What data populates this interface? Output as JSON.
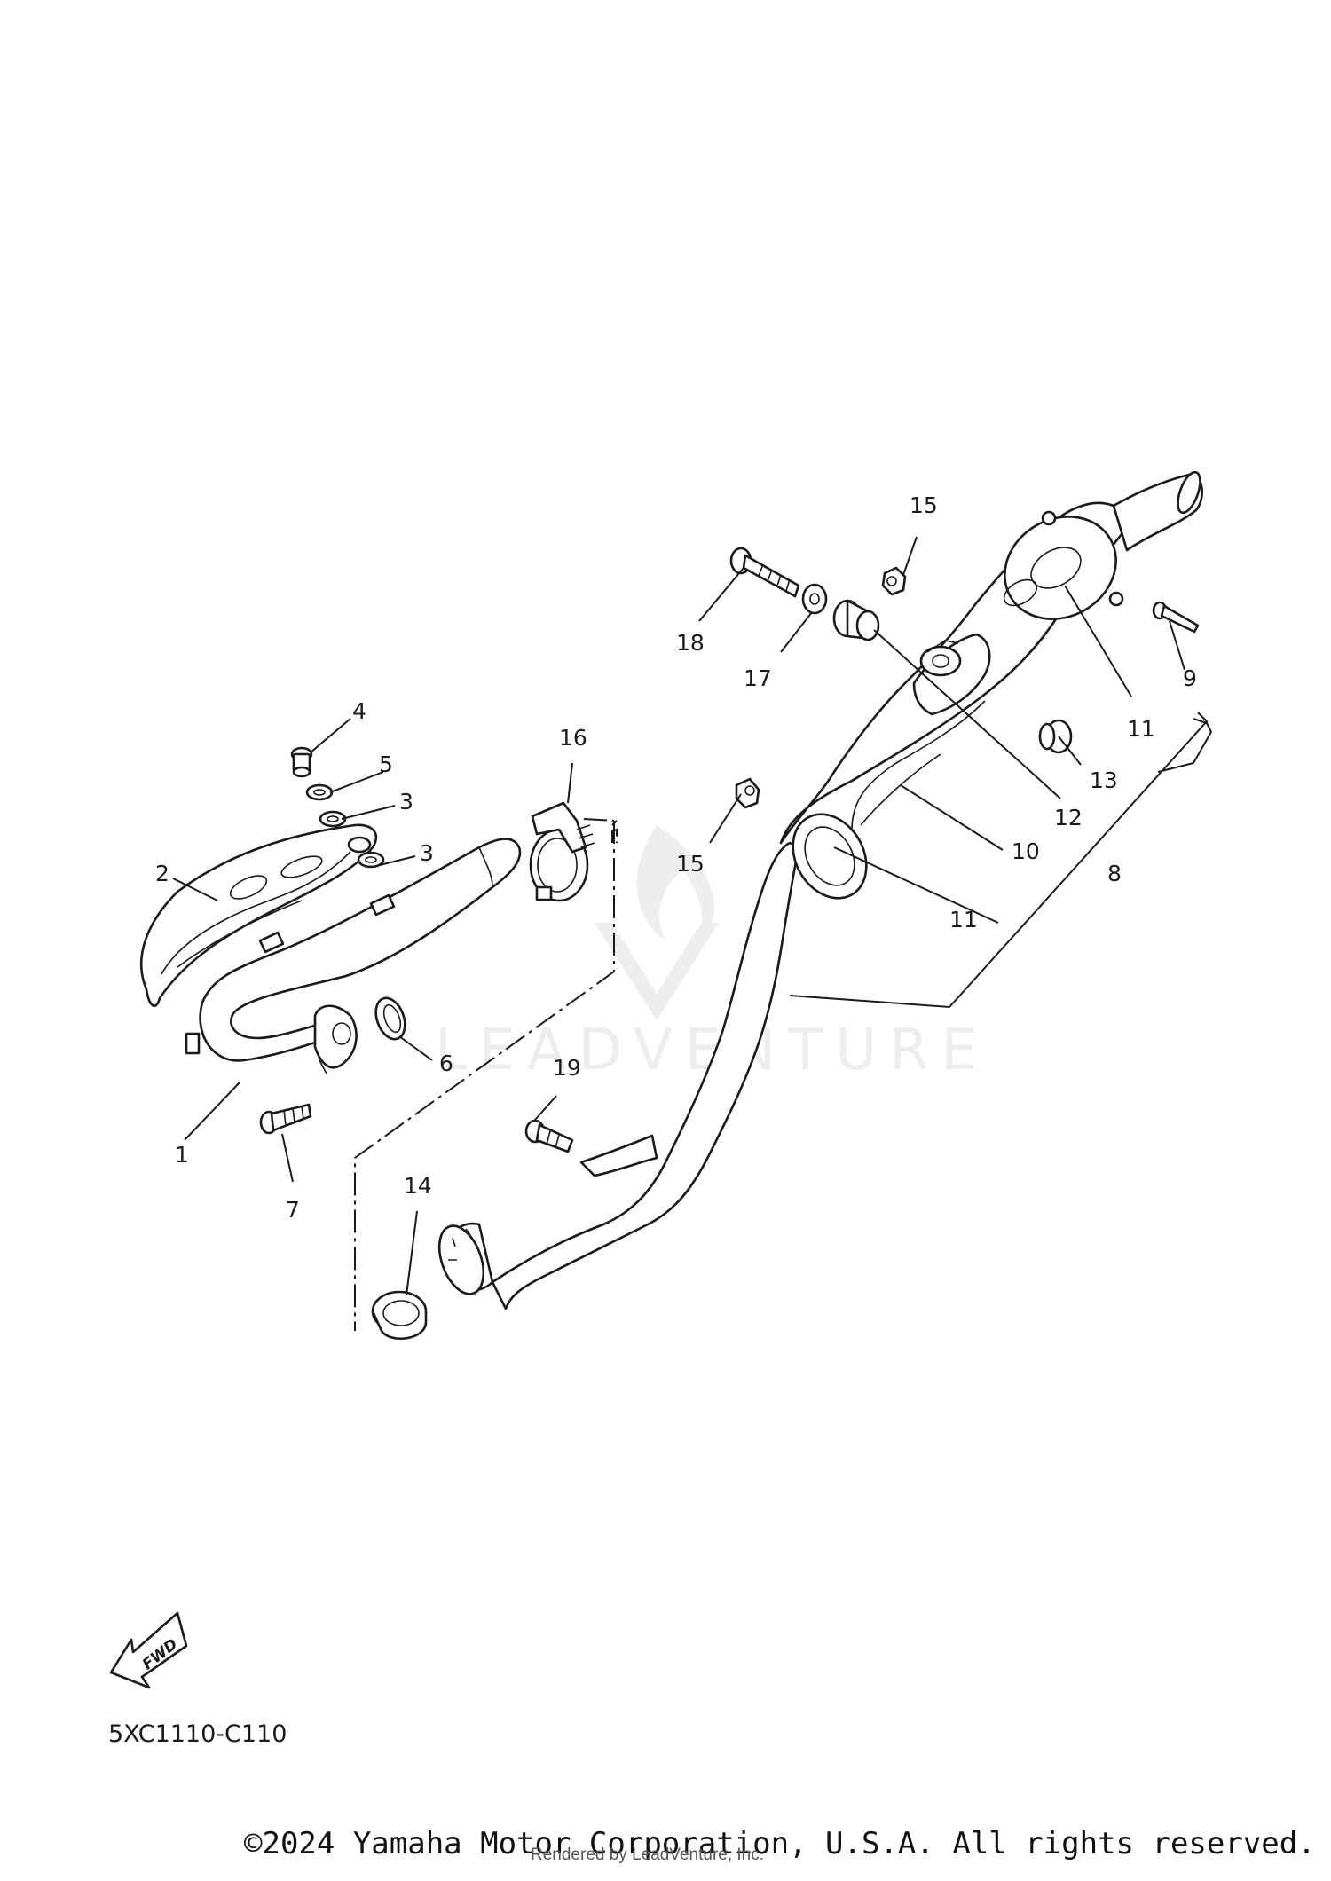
{
  "diagram": {
    "reference_code": "5XC1110-C110",
    "fwd_label": "FWD",
    "watermark": "LEADVENTURE",
    "callouts": [
      "1",
      "2",
      "3",
      "3",
      "4",
      "5",
      "6",
      "7",
      "8",
      "9",
      "10",
      "11",
      "11",
      "12",
      "13",
      "14",
      "15",
      "15",
      "16",
      "17",
      "18",
      "19"
    ]
  },
  "footer": {
    "copyright": "©2024 Yamaha Motor Corporation, U.S.A. All rights reserved.",
    "rendered_by": "Rendered by LeadVenture, Inc."
  }
}
